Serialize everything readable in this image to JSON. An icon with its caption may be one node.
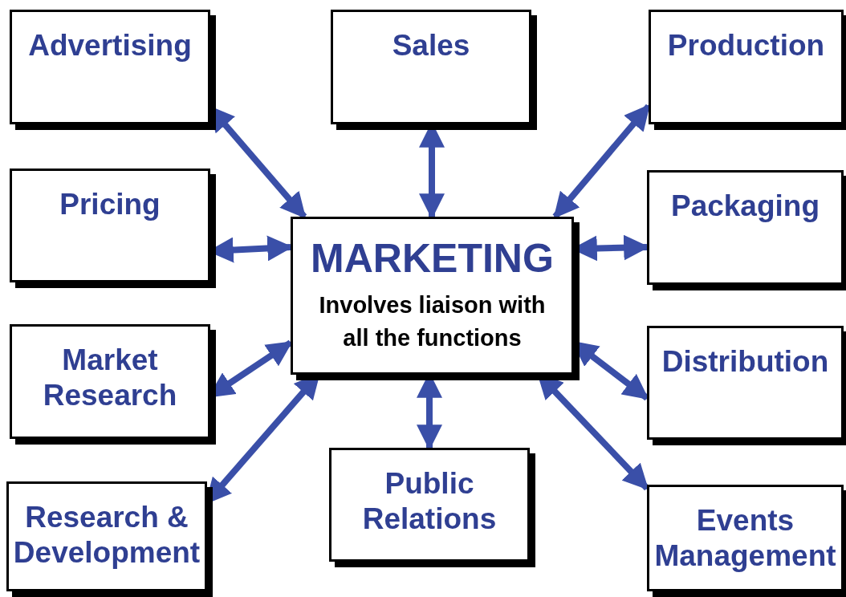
{
  "diagram": {
    "nodes": [
      {
        "text": [
          "Advertising"
        ]
      },
      {
        "text": [
          "Sales"
        ]
      },
      {
        "text": [
          "Production"
        ]
      },
      {
        "text": [
          "Pricing"
        ]
      },
      {
        "text": [
          "MARKETING",
          "Involves liaison with all the functions"
        ]
      },
      {
        "text": [
          "Packaging"
        ]
      },
      {
        "text": [
          "Market Research"
        ]
      },
      {
        "text": [
          "Distribution"
        ]
      },
      {
        "text": [
          "Research & Development"
        ]
      },
      {
        "text": [
          "Public Relations"
        ]
      },
      {
        "text": [
          "Events Management"
        ]
      }
    ],
    "edges": [
      {
        "from": 4,
        "to": 0,
        "arrow": "both"
      },
      {
        "from": 4,
        "to": 1,
        "arrow": "both"
      },
      {
        "from": 4,
        "to": 2,
        "arrow": "both"
      },
      {
        "from": 4,
        "to": 3,
        "arrow": "both"
      },
      {
        "from": 4,
        "to": 5,
        "arrow": "both"
      },
      {
        "from": 4,
        "to": 6,
        "arrow": "both"
      },
      {
        "from": 4,
        "to": 7,
        "arrow": "both"
      },
      {
        "from": 4,
        "to": 8,
        "arrow": "both"
      },
      {
        "from": 4,
        "to": 9,
        "arrow": "both"
      },
      {
        "from": 4,
        "to": 10,
        "arrow": "both"
      }
    ]
  }
}
